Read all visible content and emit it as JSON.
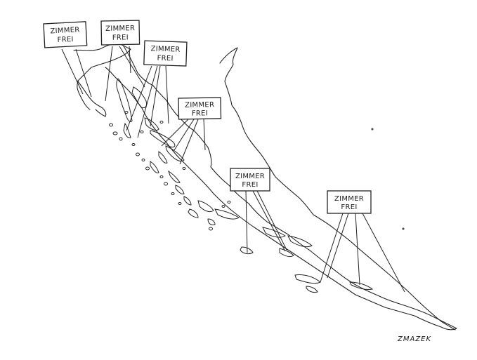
{
  "signs": [
    {
      "line1": "ZIMMER",
      "line2": "FREI"
    },
    {
      "line1": "ZIMMER",
      "line2": "FREI"
    },
    {
      "line1": "ZIMMER",
      "line2": "FREI"
    },
    {
      "line1": "ZIMMER",
      "line2": "FREI"
    },
    {
      "line1": "ZIMMER",
      "line2": "FREI"
    },
    {
      "line1": "ZIMMER",
      "line2": "FREI"
    }
  ],
  "signature": "ZMAZEK",
  "colors": {
    "ink": "#222222",
    "paper": "#ffffff"
  }
}
